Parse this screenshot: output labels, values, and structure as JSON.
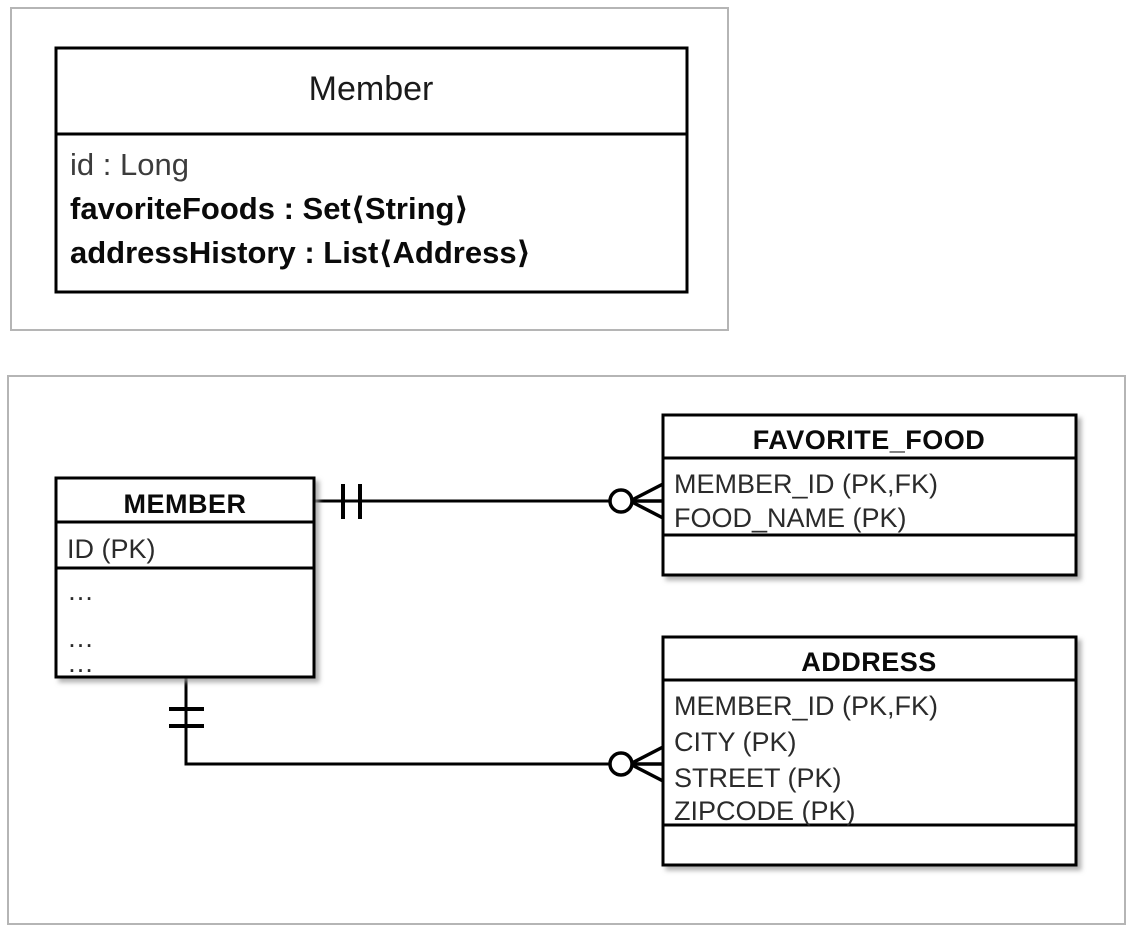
{
  "page": {
    "background": "#ffffff",
    "frame_border_color": "#b5b5b5",
    "line_color": "#000000"
  },
  "uml_panel": {
    "name": "uml-class-diagram-panel",
    "class_box": {
      "title": "Member",
      "attributes": [
        {
          "text": "id : Long",
          "emphasis": "thin"
        },
        {
          "text": "favoriteFoods : Set⟨String⟩",
          "emphasis": "bold"
        },
        {
          "text": "addressHistory : List⟨Address⟩",
          "emphasis": "bold"
        }
      ]
    }
  },
  "erd_panel": {
    "name": "entity-relationship-diagram-panel",
    "tables": [
      {
        "id": "member",
        "title": "MEMBER",
        "sections": [
          {
            "rows": [
              "ID (PK)"
            ]
          },
          {
            "rows": [
              "…",
              "…",
              "…"
            ]
          }
        ]
      },
      {
        "id": "favorite_food",
        "title": "FAVORITE_FOOD",
        "sections": [
          {
            "rows": [
              "MEMBER_ID (PK,FK)",
              "FOOD_NAME (PK)"
            ]
          },
          {
            "rows": []
          }
        ]
      },
      {
        "id": "address",
        "title": "ADDRESS",
        "sections": [
          {
            "rows": [
              "MEMBER_ID (PK,FK)",
              "CITY (PK)",
              "STREET (PK)",
              "ZIPCODE (PK)"
            ]
          },
          {
            "rows": []
          }
        ]
      }
    ],
    "relationships": [
      {
        "id": "member-to-favorite-food",
        "from": "MEMBER",
        "to": "FAVORITE_FOOD",
        "from_cardinality": "one-and-only-one",
        "to_cardinality": "zero-or-many"
      },
      {
        "id": "member-to-address",
        "from": "MEMBER",
        "to": "ADDRESS",
        "from_cardinality": "one-and-only-one",
        "to_cardinality": "zero-or-many"
      }
    ]
  }
}
